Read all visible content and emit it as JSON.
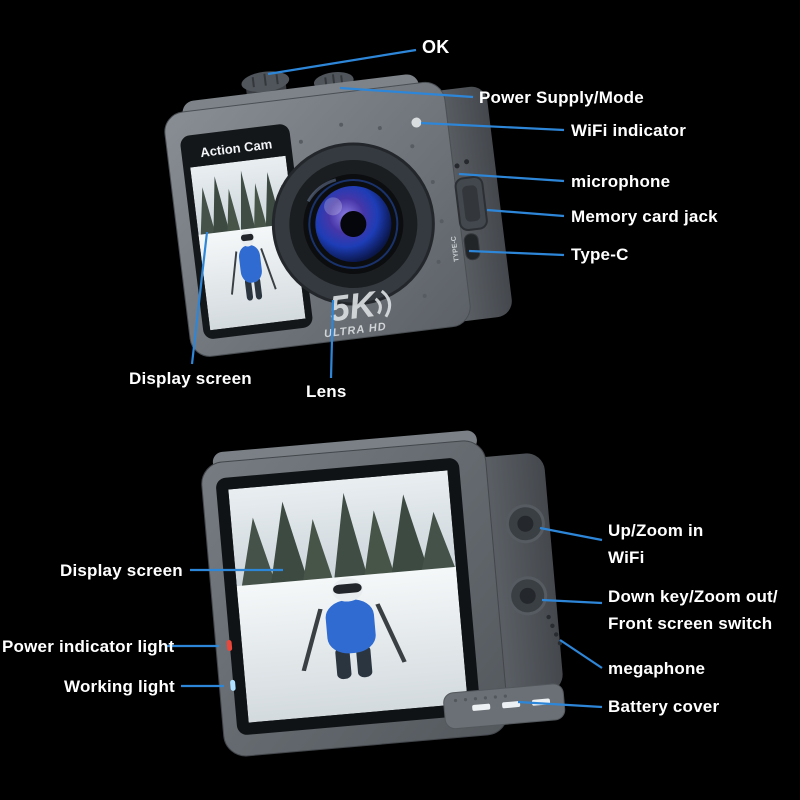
{
  "colors": {
    "background": "#000000",
    "leader_line": "#2e86d8",
    "label_text": "#ffffff"
  },
  "front_view": {
    "device_text": {
      "brand": "Action Cam",
      "badge_main": "5K",
      "badge_sub": "ULTRA HD",
      "port_label": "TYPE-C"
    },
    "callouts": {
      "ok": "OK",
      "power_mode": "Power Supply/Mode",
      "wifi_indicator": "WiFi indicator",
      "microphone": "microphone",
      "memory_card": "Memory card jack",
      "type_c": "Type-C",
      "display_screen": "Display screen",
      "lens": "Lens"
    }
  },
  "rear_view": {
    "callouts": {
      "up_key_line1": "Up/Zoom in",
      "up_key_line2": "WiFi",
      "down_key_line1": "Down key/Zoom out/",
      "down_key_line2": "Front screen switch",
      "megaphone": "megaphone",
      "battery_cover": "Battery cover",
      "display_screen": "Display screen",
      "power_indicator": "Power indicator light",
      "working_light": "Working light"
    }
  }
}
